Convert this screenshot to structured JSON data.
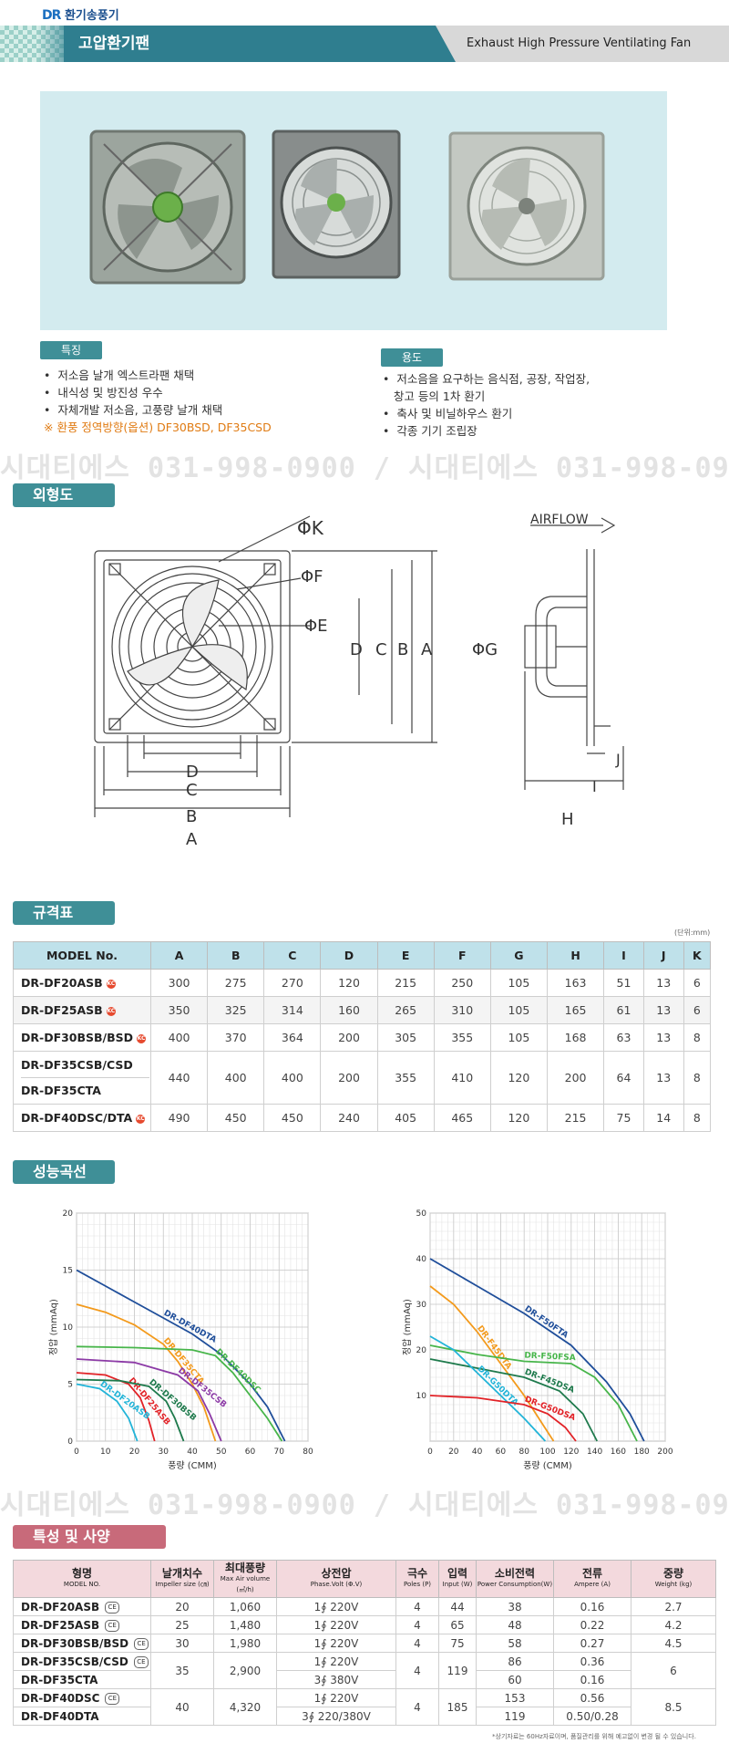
{
  "header": {
    "brand": "DR",
    "brand_text": "환기송풍기",
    "title": "고압환기팬",
    "subtitle": "Exhaust High Pressure Ventilating  Fan"
  },
  "features": {
    "label": "특징",
    "items": [
      "저소음 날개 엑스트라팬 채택",
      "내식성 및 방진성 우수",
      "자체개발 저소음, 고풍량 날개 채택"
    ],
    "note": "※ 환풍 정역방향(옵션) DF30BSD, DF35CSD"
  },
  "uses": {
    "label": "용도",
    "items": [
      "저소음을 요구하는 음식점, 공장, 작업장,",
      "창고 등의 1차 환기",
      "축사 및 비닐하우스 환기",
      "각종 기기 조립장"
    ]
  },
  "watermark": "시대티에스 031-998-0900 / 시대티에스 031-998-0900 / 시",
  "drawing": {
    "title": "외형도",
    "airflow": "AIRFLOW",
    "dims": [
      "ΦK",
      "ΦF",
      "ΦE",
      "D",
      "C",
      "B",
      "A",
      "ΦG",
      "J",
      "I",
      "H"
    ]
  },
  "spec": {
    "title": "규격표",
    "unit": "(단위:mm)",
    "headers": [
      "MODEL No.",
      "A",
      "B",
      "C",
      "D",
      "E",
      "F",
      "G",
      "H",
      "I",
      "J",
      "K"
    ],
    "rows": [
      {
        "model": "DR-DF20ASB",
        "vals": [
          "300",
          "275",
          "270",
          "120",
          "215",
          "250",
          "105",
          "163",
          "51",
          "13",
          "6"
        ]
      },
      {
        "model": "DR-DF25ASB",
        "vals": [
          "350",
          "325",
          "314",
          "160",
          "265",
          "310",
          "105",
          "165",
          "61",
          "13",
          "6"
        ]
      },
      {
        "model": "DR-DF30BSB/BSD",
        "vals": [
          "400",
          "370",
          "364",
          "200",
          "305",
          "355",
          "105",
          "168",
          "63",
          "13",
          "8"
        ]
      },
      {
        "model": "DR-DF35CSB/CSD",
        "model2": "DR-DF35CTA",
        "vals": [
          "440",
          "400",
          "400",
          "200",
          "355",
          "410",
          "120",
          "200",
          "64",
          "13",
          "8"
        ]
      },
      {
        "model": "DR-DF40DSC/DTA",
        "vals": [
          "490",
          "450",
          "450",
          "240",
          "405",
          "465",
          "120",
          "215",
          "75",
          "14",
          "8"
        ]
      }
    ]
  },
  "perf": {
    "title": "성능곡선"
  },
  "chart_data": [
    {
      "type": "line",
      "xlabel": "풍량 (CMM)",
      "ylabel": "정압 (mmAq)",
      "xlim": [
        0,
        80
      ],
      "ylim": [
        0,
        20
      ],
      "xticks": [
        "0",
        "10",
        "20",
        "30",
        "40",
        "50",
        "60",
        "70",
        "80"
      ],
      "yticks": [
        "0",
        "5",
        "10",
        "15",
        "20"
      ],
      "series": [
        {
          "name": "DR-DF40DTA",
          "color": "#1f4e9a",
          "points": [
            [
              0,
              15
            ],
            [
              10,
              13.6
            ],
            [
              20,
              12.2
            ],
            [
              30,
              10.8
            ],
            [
              40,
              9.4
            ],
            [
              50,
              7.6
            ],
            [
              60,
              5
            ],
            [
              66,
              3
            ],
            [
              72,
              0
            ]
          ]
        },
        {
          "name": "DR-DF35CTA",
          "color": "#f39a1c",
          "points": [
            [
              0,
              12
            ],
            [
              10,
              11.3
            ],
            [
              20,
              10.2
            ],
            [
              30,
              8.5
            ],
            [
              35,
              7
            ],
            [
              40,
              5
            ],
            [
              44,
              3
            ],
            [
              48,
              0
            ]
          ]
        },
        {
          "name": "DR-DF40DSC",
          "color": "#47b54a",
          "points": [
            [
              0,
              8.3
            ],
            [
              20,
              8.2
            ],
            [
              40,
              8
            ],
            [
              48,
              7.5
            ],
            [
              54,
              6
            ],
            [
              60,
              4
            ],
            [
              66,
              2
            ],
            [
              71,
              0
            ]
          ]
        },
        {
          "name": "DR-DF35CSB",
          "color": "#8c3aa6",
          "points": [
            [
              0,
              7.2
            ],
            [
              20,
              6.9
            ],
            [
              35,
              5.8
            ],
            [
              42,
              4.4
            ],
            [
              46,
              2.4
            ],
            [
              50,
              0
            ]
          ]
        },
        {
          "name": "DR-DF25ASB",
          "color": "#e22227",
          "points": [
            [
              0,
              6
            ],
            [
              10,
              5.8
            ],
            [
              18,
              5
            ],
            [
              22,
              3.8
            ],
            [
              25,
              1.8
            ],
            [
              27,
              0
            ]
          ]
        },
        {
          "name": "DR-DF30BSB",
          "color": "#1e7a4c",
          "points": [
            [
              0,
              5.4
            ],
            [
              15,
              5.3
            ],
            [
              25,
              4.8
            ],
            [
              31,
              3.5
            ],
            [
              34,
              2
            ],
            [
              37,
              0
            ]
          ]
        },
        {
          "name": "DR-DF20ASB",
          "color": "#22b4d8",
          "points": [
            [
              0,
              5
            ],
            [
              8,
              4.6
            ],
            [
              14,
              3.5
            ],
            [
              18,
              2
            ],
            [
              21,
              0
            ]
          ]
        }
      ]
    },
    {
      "type": "line",
      "xlabel": "풍량 (CMM)",
      "ylabel": "정압 (mmAq)",
      "xlim": [
        0,
        200
      ],
      "ylim": [
        0,
        50
      ],
      "xticks": [
        "0",
        "20",
        "40",
        "60",
        "80",
        "100",
        "120",
        "140",
        "160",
        "180",
        "200"
      ],
      "yticks": [
        "10",
        "20",
        "30",
        "40",
        "50"
      ],
      "series": [
        {
          "name": "DR-F50FTA",
          "color": "#1f4e9a",
          "points": [
            [
              0,
              40
            ],
            [
              40,
              34
            ],
            [
              80,
              28
            ],
            [
              120,
              21
            ],
            [
              150,
              13
            ],
            [
              170,
              6
            ],
            [
              182,
              0
            ]
          ]
        },
        {
          "name": "DR-F45DTA",
          "color": "#f39a1c",
          "points": [
            [
              0,
              34
            ],
            [
              20,
              30
            ],
            [
              40,
              24
            ],
            [
              60,
              17
            ],
            [
              80,
              10
            ],
            [
              95,
              4
            ],
            [
              105,
              0
            ]
          ]
        },
        {
          "name": "DR-F50FSA",
          "color": "#47b54a",
          "points": [
            [
              0,
              21
            ],
            [
              40,
              19
            ],
            [
              80,
              17.5
            ],
            [
              120,
              17
            ],
            [
              140,
              14
            ],
            [
              160,
              8
            ],
            [
              176,
              0
            ]
          ]
        },
        {
          "name": "DR-F45DSA",
          "color": "#1e7a4c",
          "points": [
            [
              0,
              18
            ],
            [
              40,
              16
            ],
            [
              80,
              14
            ],
            [
              110,
              11
            ],
            [
              130,
              6
            ],
            [
              142,
              0
            ]
          ]
        },
        {
          "name": "DR-G50DTA",
          "color": "#22b4d8",
          "points": [
            [
              0,
              23
            ],
            [
              20,
              20
            ],
            [
              40,
              15
            ],
            [
              60,
              10
            ],
            [
              80,
              5
            ],
            [
              98,
              0
            ]
          ]
        },
        {
          "name": "DR-G50DSA",
          "color": "#e22227",
          "points": [
            [
              0,
              10
            ],
            [
              40,
              9.5
            ],
            [
              80,
              8
            ],
            [
              100,
              6
            ],
            [
              115,
              3
            ],
            [
              124,
              0
            ]
          ]
        }
      ]
    }
  ],
  "spec2": {
    "title": "특성 및 사양",
    "headers": [
      {
        "ko": "형명",
        "en": "MODEL NO."
      },
      {
        "ko": "날개치수",
        "en": "Impeller size (㎝)"
      },
      {
        "ko": "최대풍량",
        "en": "Max Air volume (㎥/h)"
      },
      {
        "ko": "상전압",
        "en": "Phase.Volt (Φ.V)"
      },
      {
        "ko": "극수",
        "en": "Poles (P)"
      },
      {
        "ko": "입력",
        "en": "Input (W)"
      },
      {
        "ko": "소비전력",
        "en": "Power Consumption(W)"
      },
      {
        "ko": "전류",
        "en": "Ampere (A)"
      },
      {
        "ko": "중량",
        "en": "Weight (kg)"
      }
    ],
    "rows": [
      {
        "model": "DR-DF20ASB",
        "size": "20",
        "air": "1,060",
        "volt": "1∮ 220V",
        "poles": "4",
        "input": "44",
        "power": "38",
        "amp": "0.16",
        "weight": "2.7"
      },
      {
        "model": "DR-DF25ASB",
        "size": "25",
        "air": "1,480",
        "volt": "1∮ 220V",
        "poles": "4",
        "input": "65",
        "power": "48",
        "amp": "0.22",
        "weight": "4.2"
      },
      {
        "model": "DR-DF30BSB/BSD",
        "size": "30",
        "air": "1,980",
        "volt": "1∮ 220V",
        "poles": "4",
        "input": "75",
        "power": "58",
        "amp": "0.27",
        "weight": "4.5"
      },
      {
        "model": "DR-DF35CSB/CSD",
        "model2": "DR-DF35CTA",
        "size": "35",
        "air": "2,900",
        "volt": "1∮ 220V",
        "volt2": "3∮ 380V",
        "poles": "4",
        "input": "119",
        "power": "86",
        "power2": "60",
        "amp": "0.36",
        "amp2": "0.16",
        "weight": "6"
      },
      {
        "model": "DR-DF40DSC",
        "model2": "DR-DF40DTA",
        "size": "40",
        "air": "4,320",
        "volt": "1∮ 220V",
        "volt2": "3∮ 220/380V",
        "poles": "4",
        "input": "185",
        "power": "153",
        "power2": "119",
        "amp": "0.56",
        "amp2": "0.50/0.28",
        "weight": "8.5"
      }
    ],
    "cert": "CE",
    "footnote": "*상기자료는 60Hz자료이며, 품질관리를 위해 예고없이 변경 될 수 있습니다."
  }
}
